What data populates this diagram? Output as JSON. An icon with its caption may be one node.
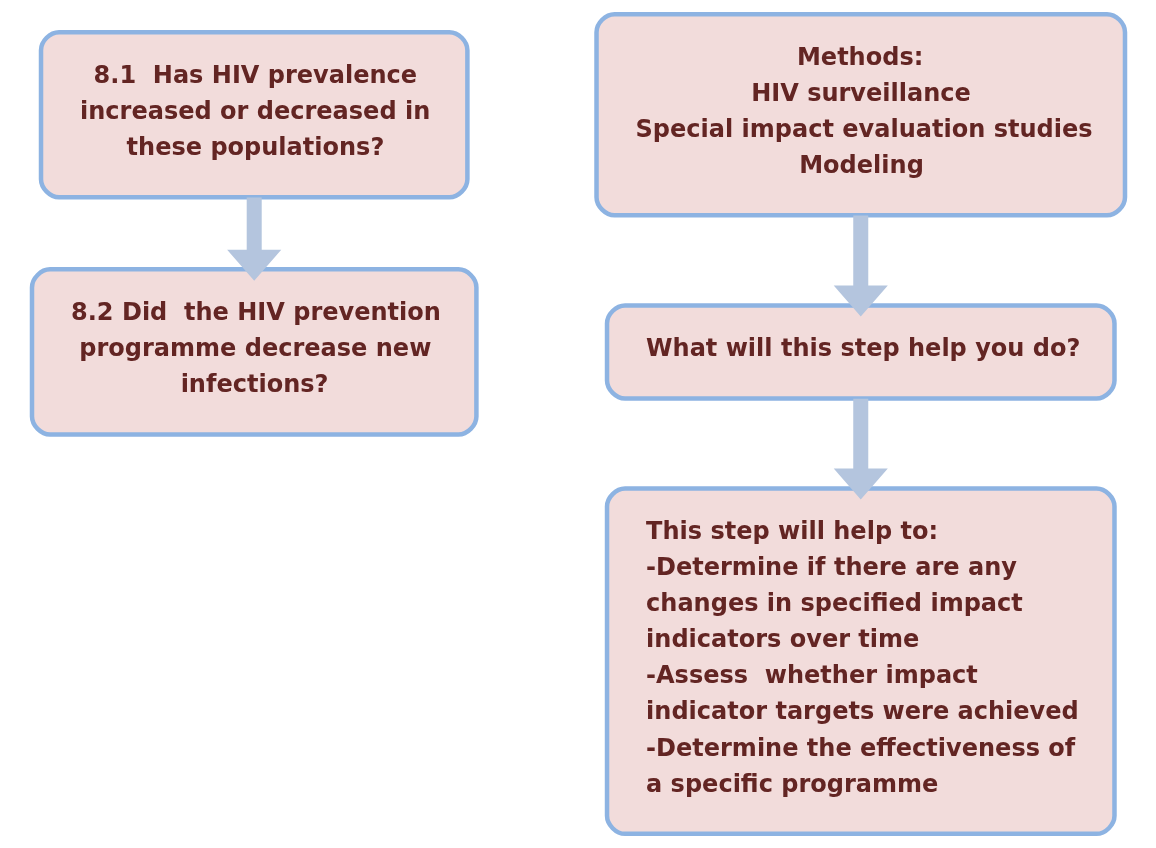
{
  "diagram": {
    "nodes": [
      {
        "text": [
          "8.1  Has HIV prevalence increased or decreased in these populations?"
        ]
      },
      {
        "text": [
          "8.2 Did  the HIV prevention programme decrease new infections?"
        ]
      },
      {
        "text": [
          "Methods:",
          "HIV surveillance",
          "Special impact evaluation studies",
          "Modeling"
        ]
      },
      {
        "text": [
          "What will this step help you do?"
        ]
      },
      {
        "text": [
          "This step will help to:",
          "-Determine if there are any changes in specified impact indicators over time",
          "-Assess  whether impact indicator targets were achieved",
          "-Determine the effectiveness of a specific programme"
        ]
      }
    ],
    "edges": [
      {
        "from": 0,
        "to": 1,
        "arrow": "to"
      },
      {
        "from": 2,
        "to": 3,
        "arrow": "to"
      },
      {
        "from": 3,
        "to": 4,
        "arrow": "to"
      }
    ]
  }
}
